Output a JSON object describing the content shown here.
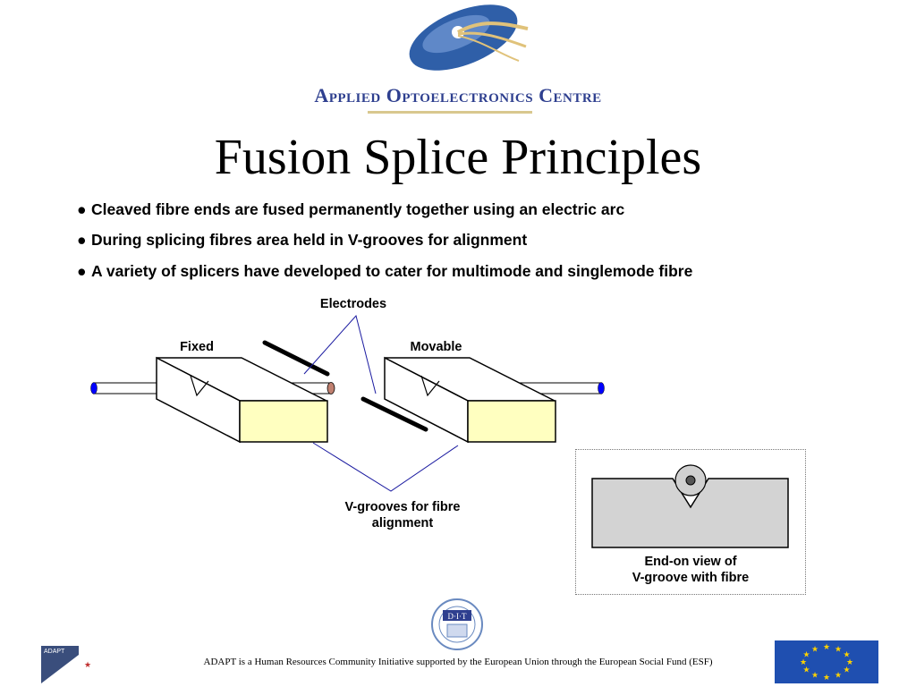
{
  "header": {
    "org_name": "Applied Optoelectronics Centre",
    "accent_color": "#2e3f8f"
  },
  "title": "Fusion Splice Principles",
  "bullets": [
    "Cleaved fibre ends are fused permanently together using an electric arc",
    "During splicing fibres area held in V-grooves for alignment",
    "A variety of splicers have developed to cater for multimode and singlemode fibre"
  ],
  "bullet_glyph": "●",
  "diagram": {
    "electrodes_label": "Electrodes",
    "fixed_label": "Fixed",
    "movable_label": "Movable",
    "vgroove_label_line1": "V-grooves for fibre",
    "vgroove_label_line2": "alignment",
    "block_face_color": "#ffffc0",
    "fibre_end_color": "#0000ff",
    "fibre_cleaved_end_color": "#c08070"
  },
  "inset": {
    "label_line1": "End-on view of",
    "label_line2": "V-groove with fibre",
    "groove_color": "#d3d3d3"
  },
  "footer": {
    "text": "ADAPT is a Human Resources Community Initiative supported by the European Union through the European Social Fund (ESF)",
    "adapt_logo_text": "ADAPT",
    "dit_text": "D·I·T"
  }
}
